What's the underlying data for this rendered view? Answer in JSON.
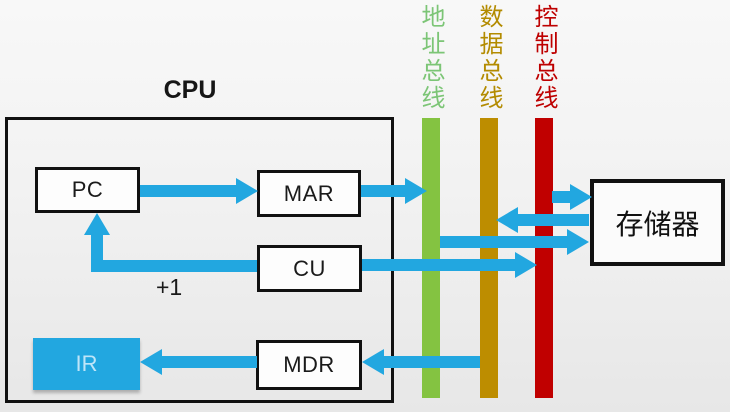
{
  "diagram": {
    "cpu_label": "CPU",
    "boxes": {
      "pc": "PC",
      "mar": "MAR",
      "cu": "CU",
      "mdr": "MDR",
      "ir": "IR",
      "memory": "存储器"
    },
    "buses": [
      {
        "id": "address-bus",
        "label": "地址总线",
        "bar_color": "#84c341",
        "label_color": "#7cc576"
      },
      {
        "id": "data-bus",
        "label": "数据总线",
        "bar_color": "#bd8d00",
        "label_color": "#b38b00"
      },
      {
        "id": "control-bus",
        "label": "控制总线",
        "bar_color": "#c00000",
        "label_color": "#be0000"
      }
    ],
    "annotations": {
      "plus_one": "+1"
    },
    "colors": {
      "arrow_blue": "#22a7e0",
      "ir_fill": "#22a7e0",
      "box_border": "#111111",
      "background_top": "#f8f8f8",
      "background_bottom": "#e7e7e7"
    }
  }
}
